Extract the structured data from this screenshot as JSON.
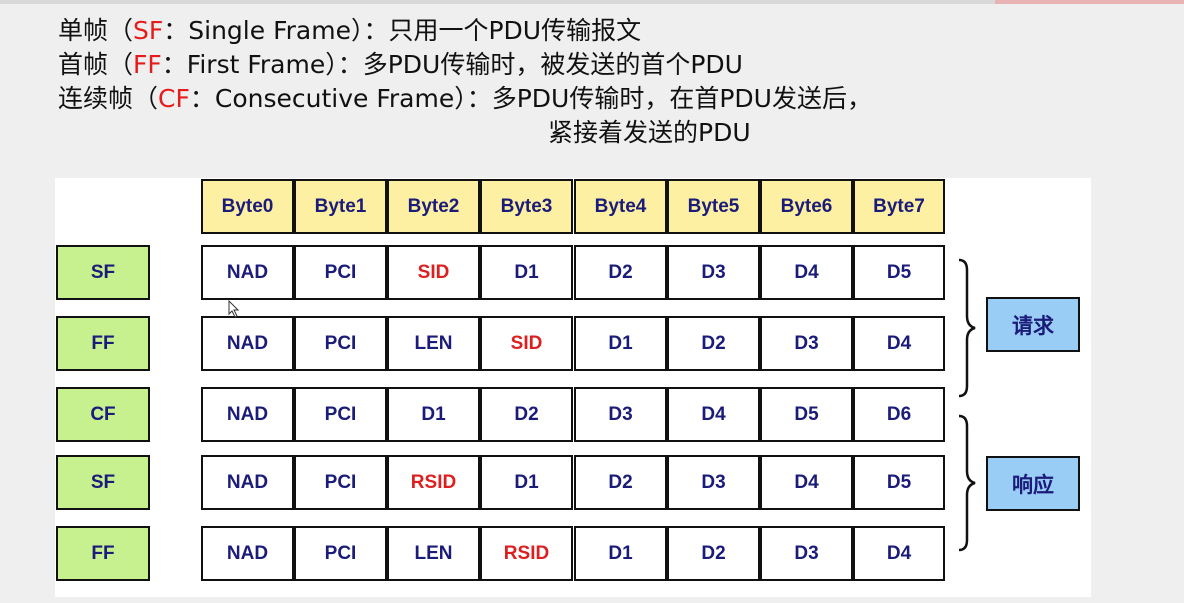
{
  "definitions": [
    {
      "prefix": "单帧（",
      "abbr": "SF",
      "rest": "：Single Frame）：只用一个PDU传输报文"
    },
    {
      "prefix": "首帧（",
      "abbr": "FF",
      "rest": "：First Frame）：多PDU传输时，被发送的首个PDU"
    },
    {
      "prefix": "连续帧（",
      "abbr": "CF",
      "rest": "：Consecutive Frame）：多PDU传输时，在首PDU发送后，"
    },
    {
      "prefix": "",
      "abbr": "",
      "rest": "紧接着发送的PDU"
    }
  ],
  "table": {
    "headers": [
      "Byte0",
      "Byte1",
      "Byte2",
      "Byte3",
      "Byte4",
      "Byte5",
      "Byte6",
      "Byte7"
    ],
    "rows": [
      {
        "label": "SF",
        "cells": [
          {
            "t": "NAD"
          },
          {
            "t": "PCI"
          },
          {
            "t": "SID",
            "red": true
          },
          {
            "t": "D1"
          },
          {
            "t": "D2"
          },
          {
            "t": "D3"
          },
          {
            "t": "D4"
          },
          {
            "t": "D5"
          }
        ]
      },
      {
        "label": "FF",
        "cells": [
          {
            "t": "NAD"
          },
          {
            "t": "PCI"
          },
          {
            "t": "LEN"
          },
          {
            "t": "SID",
            "red": true
          },
          {
            "t": "D1"
          },
          {
            "t": "D2"
          },
          {
            "t": "D3"
          },
          {
            "t": "D4"
          }
        ]
      },
      {
        "label": "CF",
        "cells": [
          {
            "t": "NAD"
          },
          {
            "t": "PCI"
          },
          {
            "t": "D1"
          },
          {
            "t": "D2"
          },
          {
            "t": "D3"
          },
          {
            "t": "D4"
          },
          {
            "t": "D5"
          },
          {
            "t": "D6"
          }
        ]
      },
      {
        "label": "SF",
        "cells": [
          {
            "t": "NAD"
          },
          {
            "t": "PCI"
          },
          {
            "t": "RSID",
            "red": true
          },
          {
            "t": "D1"
          },
          {
            "t": "D2"
          },
          {
            "t": "D3"
          },
          {
            "t": "D4"
          },
          {
            "t": "D5"
          }
        ]
      },
      {
        "label": "FF",
        "cells": [
          {
            "t": "NAD"
          },
          {
            "t": "PCI"
          },
          {
            "t": "LEN"
          },
          {
            "t": "RSID",
            "red": true
          },
          {
            "t": "D1"
          },
          {
            "t": "D2"
          },
          {
            "t": "D3"
          },
          {
            "t": "D4"
          }
        ]
      }
    ]
  },
  "groups": {
    "request": "请求",
    "response": "响应"
  },
  "colors": {
    "abbr": "#e51c1c",
    "header_bg": "#fdf0a2",
    "label_bg": "#c7f08e",
    "side_bg": "#99cdf5",
    "text": "#1b1b7a",
    "highlight": "#dd1f1f"
  }
}
